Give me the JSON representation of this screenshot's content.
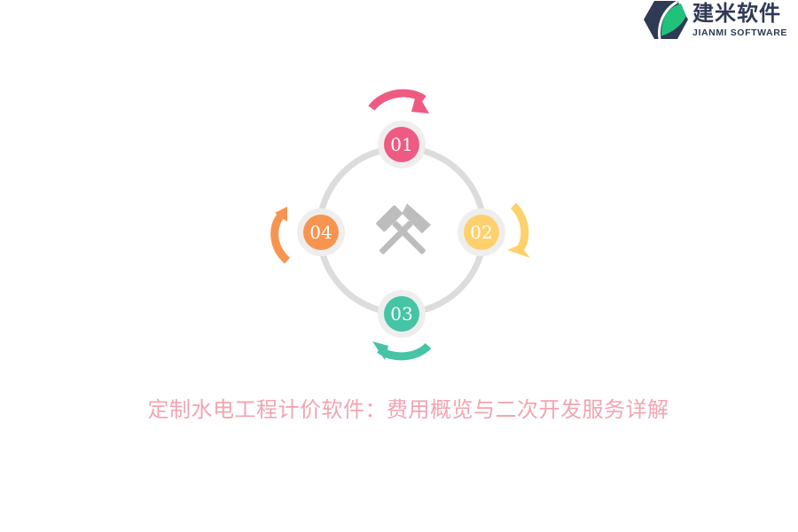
{
  "logo": {
    "name_cn": "建米软件",
    "name_en": "JIANMI SOFTWARE",
    "colors": {
      "hexagon": "#2f3a55",
      "leaf": "#1fc17b"
    }
  },
  "diagram": {
    "center_icon": "crossed-hammers-icon",
    "ring_color": "#dcdcdc",
    "halo_color": "#eeeeef",
    "icon_color": "#bdbdbd",
    "steps": [
      {
        "label": "01",
        "color": "#ee5a82",
        "position": "top",
        "arrow": "clockwise-arrow"
      },
      {
        "label": "02",
        "color": "#fed16d",
        "position": "right",
        "arrow": "clockwise-arrow"
      },
      {
        "label": "03",
        "color": "#45c4a6",
        "position": "bottom",
        "arrow": "clockwise-arrow"
      },
      {
        "label": "04",
        "color": "#f7944f",
        "position": "left",
        "arrow": "clockwise-arrow"
      }
    ]
  },
  "title": "定制水电工程计价软件：费用概览与二次开发服务详解",
  "title_color": "#f3a4b2"
}
